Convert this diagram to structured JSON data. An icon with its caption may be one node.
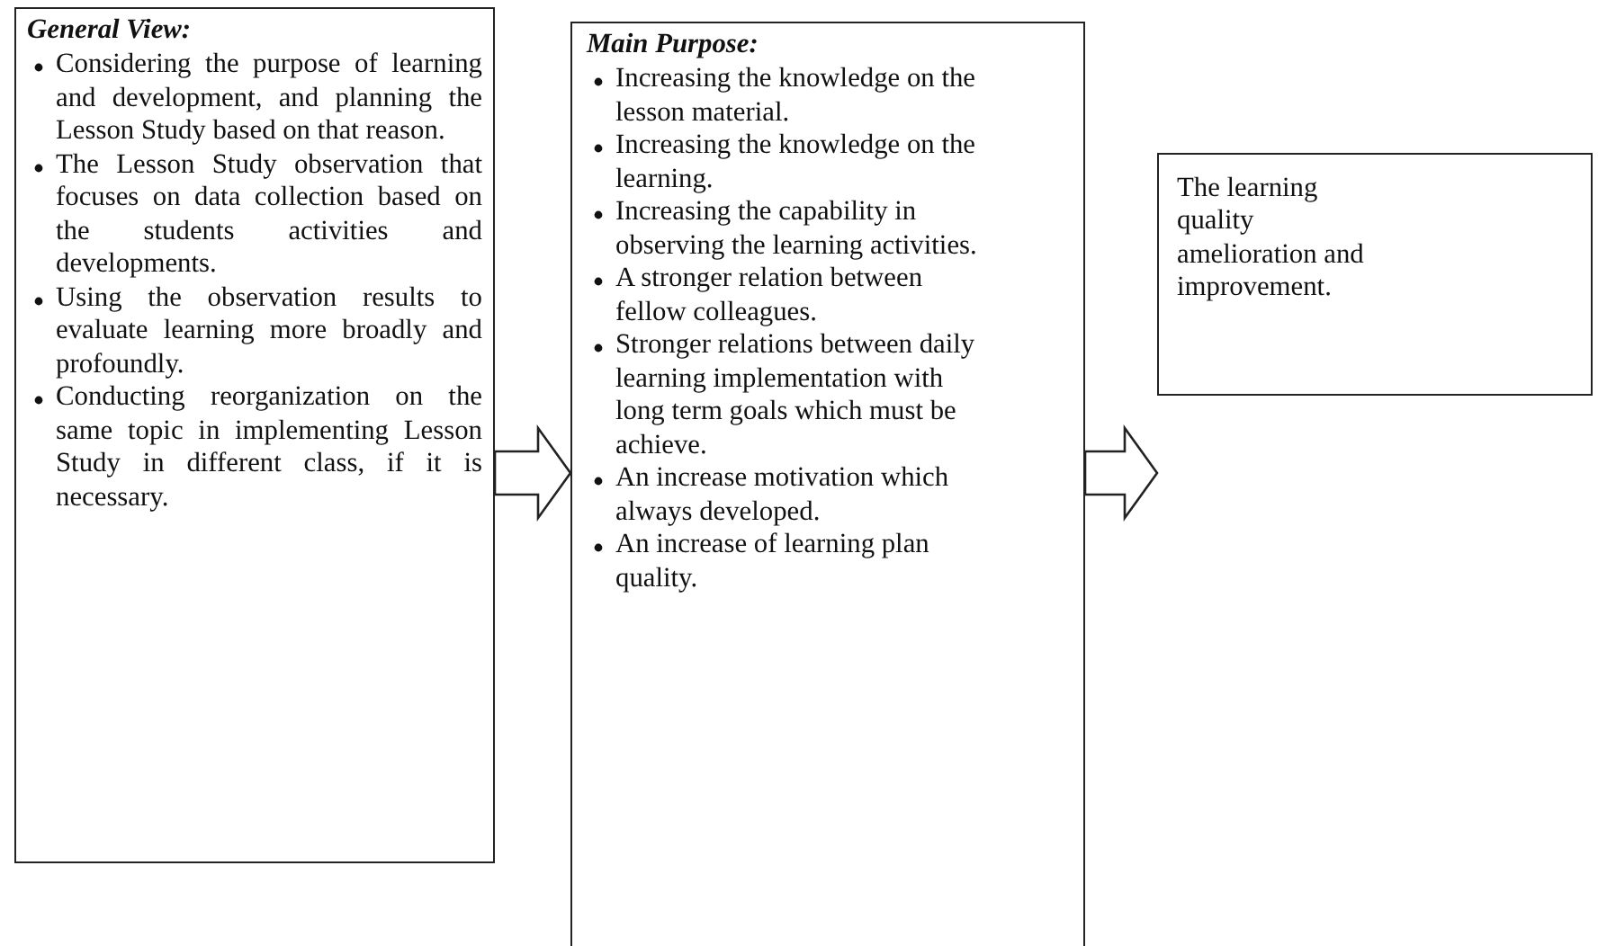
{
  "diagram": {
    "nodes": [
      {
        "text": [
          "General View:",
          "Considering the purpose of learning and development, and planning the Lesson Study based on that reason.",
          "The Lesson Study observation that focuses on data collection based on the students activities and developments.",
          "Using the observation results to evaluate learning more broadly and profoundly.",
          "Conducting reorganization on the same topic in implementing Lesson Study in different class, if it is necessary."
        ]
      },
      {
        "text": [
          "Main Purpose:",
          "Increasing the knowledge on the lesson material.",
          "Increasing the knowledge on the learning.",
          "Increasing the capability in observing the learning activities.",
          "A stronger relation between fellow colleagues.",
          "Stronger relations between daily learning implementation with long term goals which must be achieve.",
          "An increase motivation which always developed.",
          "An increase of learning plan quality."
        ]
      },
      {
        "text": [
          "The learning quality amelioration and improvement."
        ]
      }
    ],
    "edges": [
      {
        "from": 0,
        "to": 1,
        "arrow": "to"
      },
      {
        "from": 1,
        "to": 2,
        "arrow": "to"
      }
    ]
  }
}
